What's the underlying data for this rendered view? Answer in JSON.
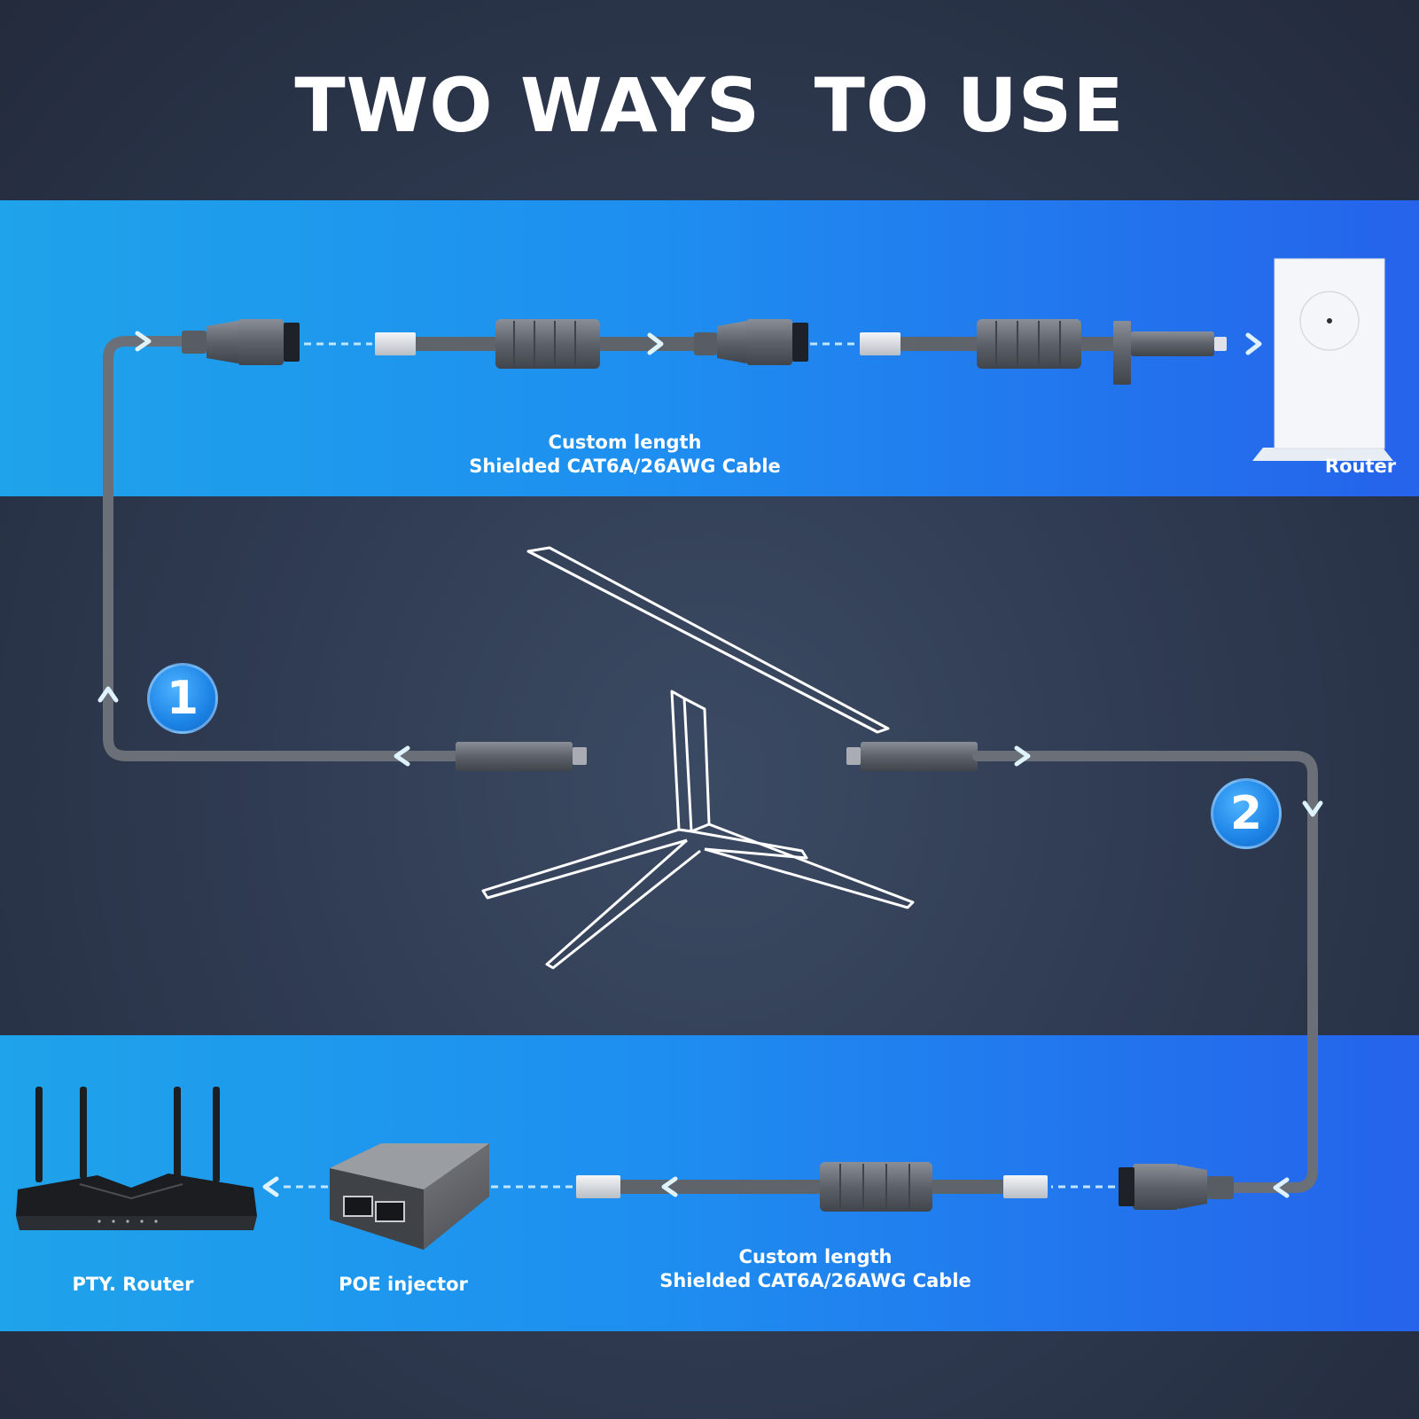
{
  "title": "TWO WAYS  TO USE",
  "route1": {
    "badge": "1",
    "cable_label_line1": "Custom length",
    "cable_label_line2": "Shielded CAT6A/26AWG Cable",
    "router_label": "Router"
  },
  "route2": {
    "badge": "2",
    "cable_label_line1": "Custom length",
    "cable_label_line2": "Shielded CAT6A/26AWG Cable",
    "poe_label": "POE injector",
    "router_label": "PTY. Router"
  },
  "colors": {
    "band_start": "#1fa3ea",
    "band_end": "#2563eb",
    "background": "#2f3b52",
    "cable": "#6b6f77",
    "badge": "#1c84e6",
    "arrow": "#dff3ff"
  }
}
